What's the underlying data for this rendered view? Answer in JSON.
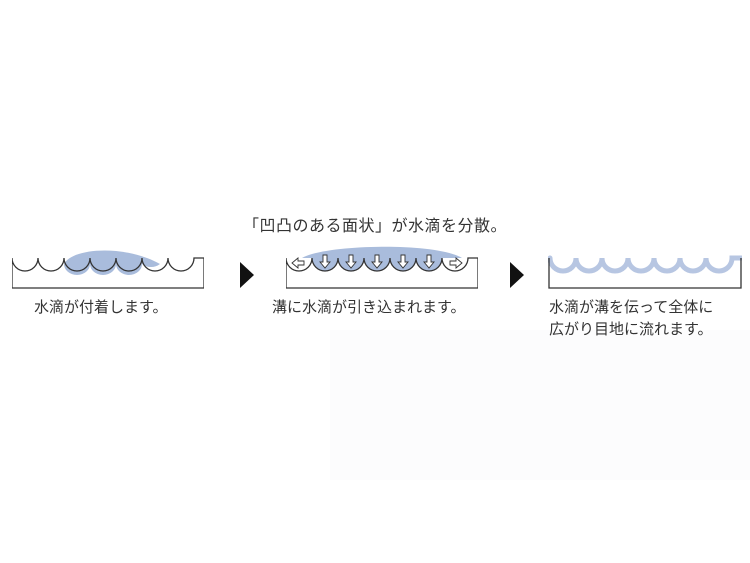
{
  "title": "「凹凸のある面状」が水滴を分散。",
  "steps": [
    {
      "caption_lines": [
        "水滴が付着します。"
      ]
    },
    {
      "caption_lines": [
        "溝に水滴が引き込まれます。"
      ]
    },
    {
      "caption_lines": [
        "水滴が溝を伝って全体に",
        "広がり目地に流れます。"
      ]
    }
  ],
  "colors": {
    "water": "#a9bcdc",
    "water_line": "#b7c6e2",
    "outline": "#333333",
    "arrow": "#111111"
  }
}
